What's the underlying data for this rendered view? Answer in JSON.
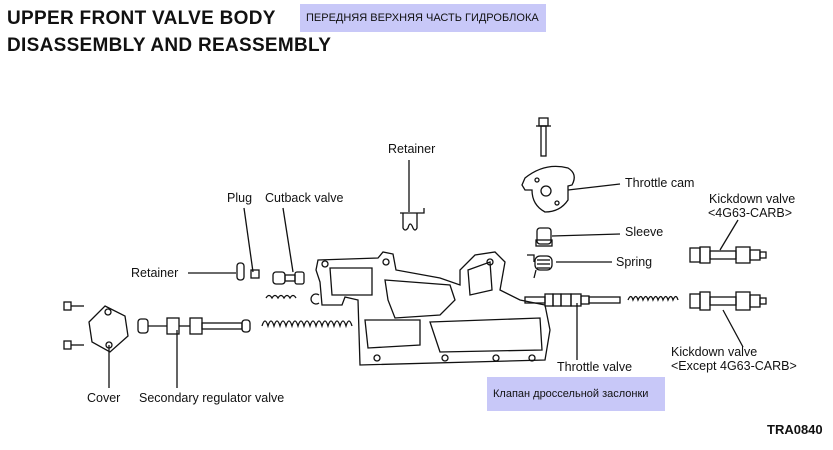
{
  "header": {
    "title_line1": "UPPER FRONT VALVE BODY",
    "title_line2": "DISASSEMBLY AND REASSEMBLY",
    "translation_title": "ПЕРЕДНЯЯ ВЕРХНЯЯ ЧАСТЬ ГИДРОБЛОКА"
  },
  "labels": {
    "retainer_top": "Retainer",
    "plug": "Plug",
    "cutback_valve": "Cutback valve",
    "retainer_left": "Retainer",
    "throttle_cam": "Throttle cam",
    "sleeve": "Sleeve",
    "spring": "Spring",
    "kickdown_carb_line1": "Kickdown valve",
    "kickdown_carb_line2": "<4G63-CARB>",
    "kickdown_except_line1": "Kickdown valve",
    "kickdown_except_line2": "<Except 4G63-CARB>",
    "throttle_valve": "Throttle valve",
    "cover": "Cover",
    "secondary_regulator_valve": "Secondary regulator valve"
  },
  "translation_throttle_valve": "Клапан дроссельной заслонки",
  "figure_code": "TRA0840",
  "colors": {
    "highlight": "#c8c8f8",
    "ink": "#111111"
  }
}
